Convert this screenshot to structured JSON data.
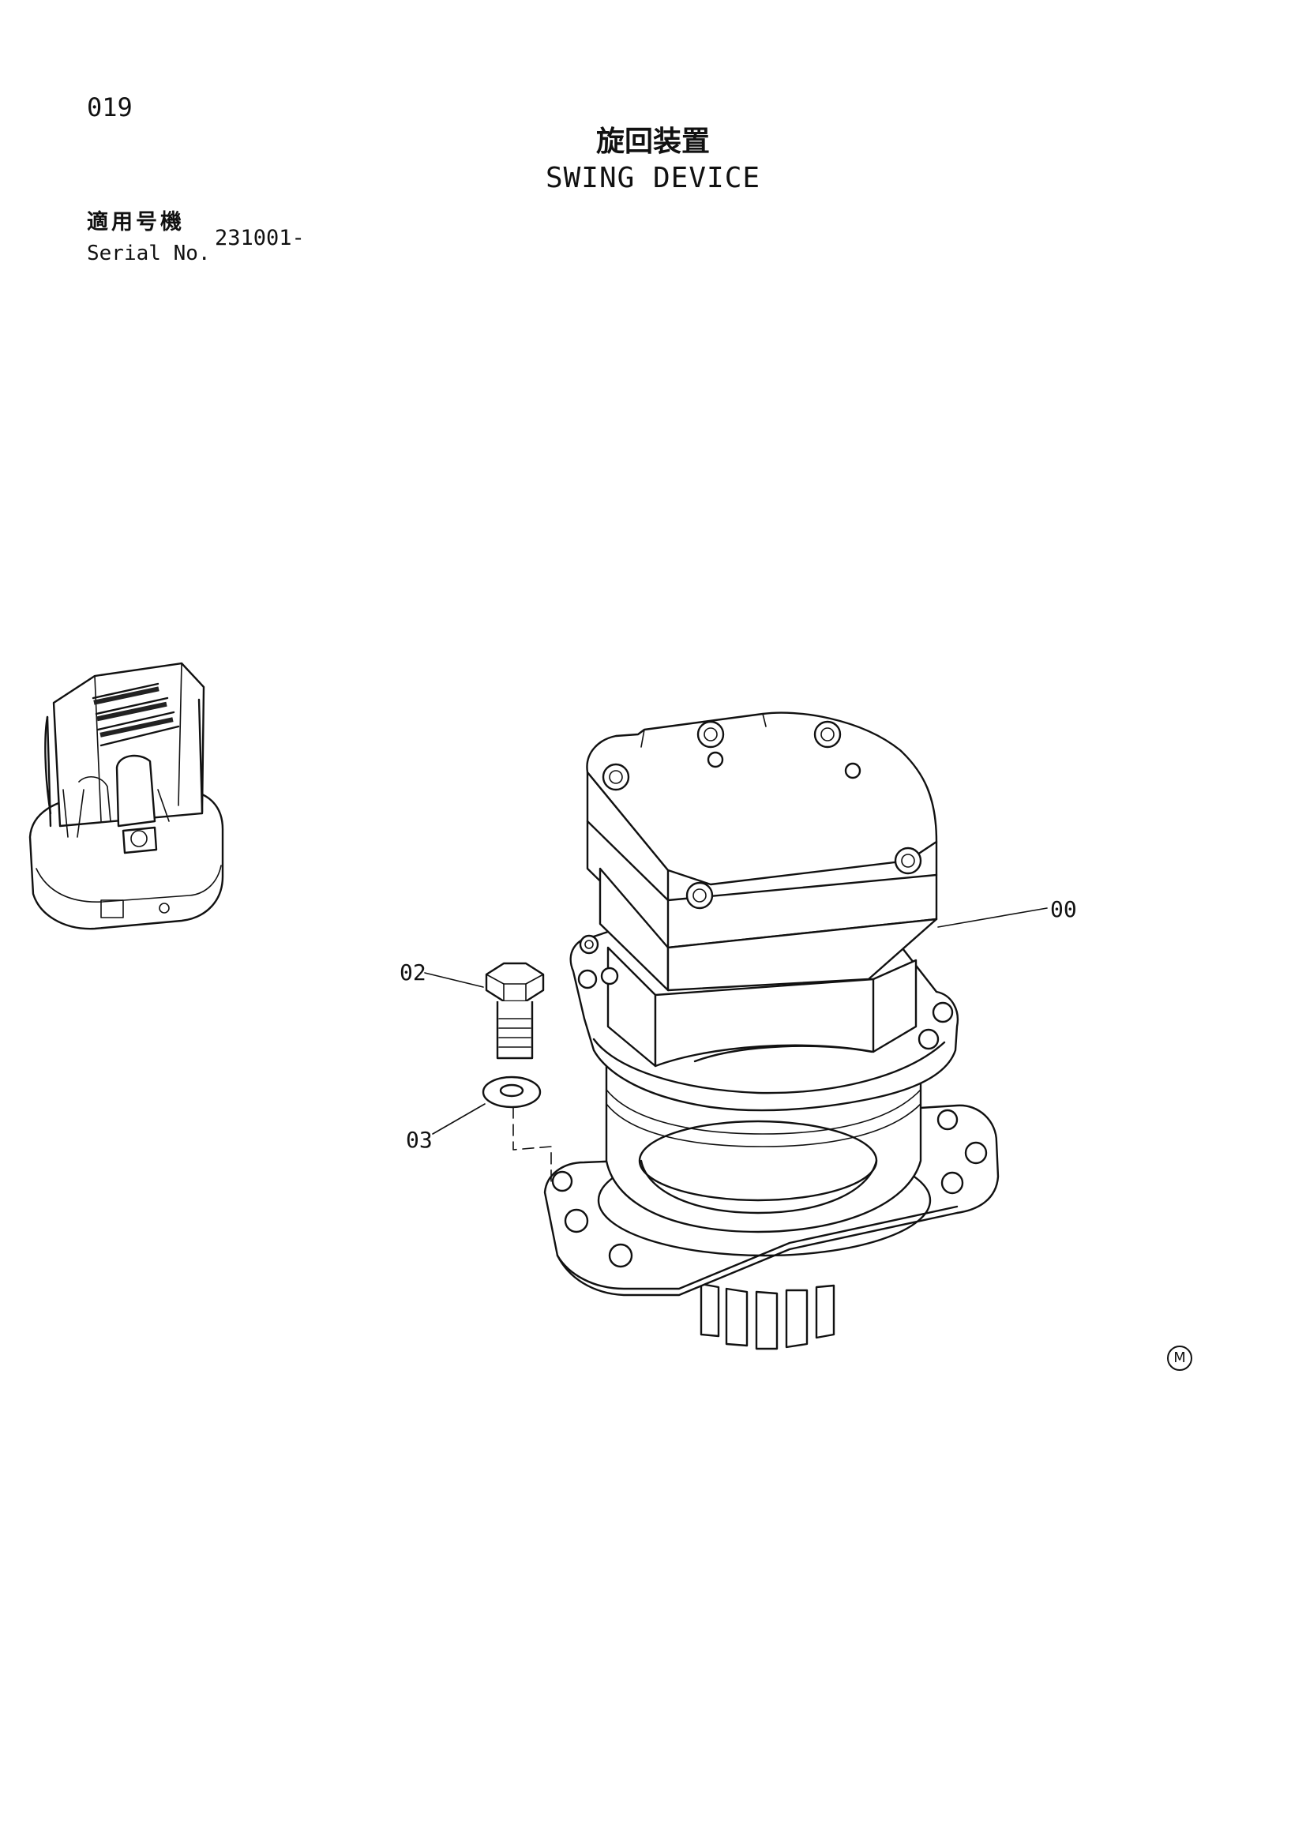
{
  "page": {
    "number": "019"
  },
  "title": {
    "japanese": "旋回装置",
    "english": "SWING DEVICE"
  },
  "serial": {
    "label_japanese": "適用号機",
    "label_english": "Serial No.",
    "value": "231001-"
  },
  "callouts": [
    {
      "label": "00"
    },
    {
      "label": "02"
    },
    {
      "label": "03"
    }
  ],
  "maker_mark": "M"
}
